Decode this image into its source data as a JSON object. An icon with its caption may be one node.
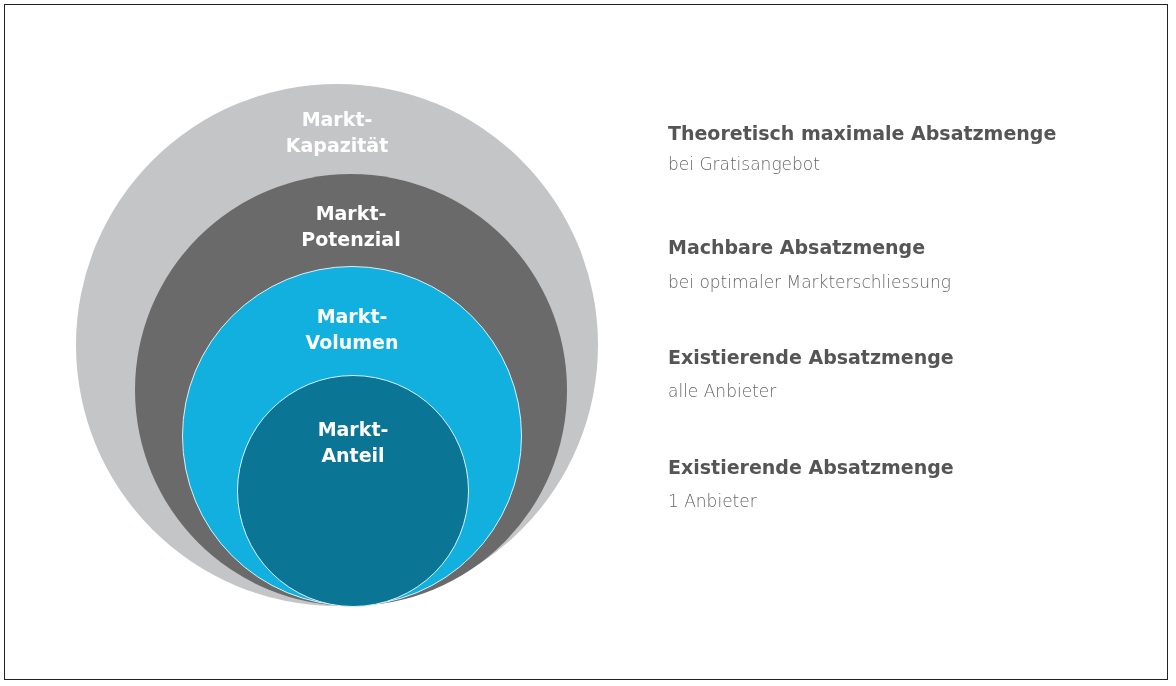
{
  "diagram": {
    "nodes": [
      {
        "text": [
          "Markt- Kapazität"
        ]
      },
      {
        "text": [
          "Markt- Potenzial"
        ],
        "in": 0
      },
      {
        "text": [
          "Markt- Volumen"
        ],
        "in": 1
      },
      {
        "text": [
          "Markt- Anteil"
        ],
        "in": 2
      }
    ],
    "labels": [
      "Theoretisch maximale Absatzmenge",
      "bei Gratisangebot",
      "Machbare Absatzmenge",
      "bei optimaler Markterschliessung",
      "Existierende Absatzmenge",
      "alle Anbieter",
      "Existierende Absatzmenge",
      "1 Anbieter"
    ]
  }
}
